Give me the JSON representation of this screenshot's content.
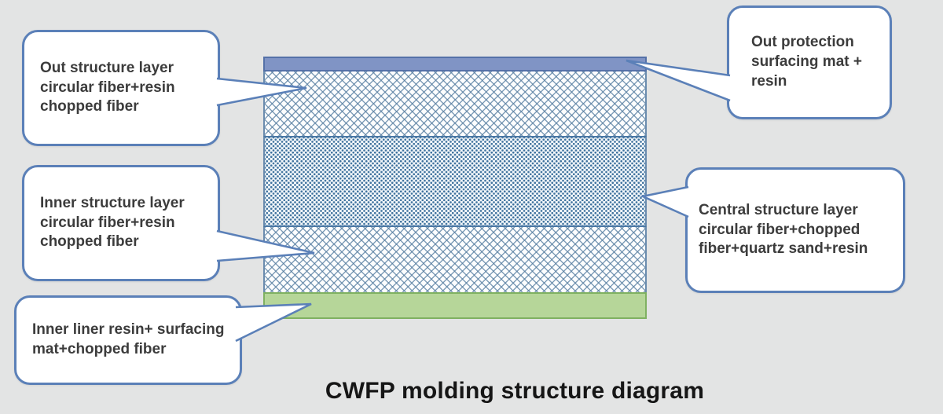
{
  "diagram_title": "CWFP molding structure diagram",
  "callouts": {
    "out_structure": "Out structure layer circular fiber+resin chopped fiber",
    "inner_structure": "Inner structure layer circular fiber+resin chopped fiber",
    "inner_liner": "Inner liner resin+ surfacing mat+chopped fiber",
    "out_protection": "Out protection surfacing mat + resin",
    "central_structure": "Central structure layer circular fiber+chopped fiber+quartz sand+resin"
  },
  "layers": [
    {
      "name": "out protection surfacing mat + resin",
      "pattern": "solid",
      "fill": "#8094c5"
    },
    {
      "name": "out structure layer circular fiber+resin chopped fiber",
      "pattern": "crosshatch",
      "line_color": "#567da0"
    },
    {
      "name": "central structure layer circular fiber+chopped fiber+quartz sand+resin",
      "pattern": "dots",
      "dot_color": "#3f729e"
    },
    {
      "name": "inner structure layer circular fiber+resin chopped fiber",
      "pattern": "crosshatch",
      "line_color": "#567da0"
    },
    {
      "name": "inner liner resin+ surfacing mat+chopped fiber",
      "pattern": "solid",
      "fill": "#b6d699"
    }
  ],
  "colors": {
    "background": "#e3e4e4",
    "callout_border": "#5b80b8",
    "callout_fill": "#ffffff",
    "text": "#3c3c3c",
    "title_text": "#161616",
    "protection_layer": "#8094c5",
    "liner_layer": "#b6d699",
    "pattern_blue": "#3f729e"
  }
}
